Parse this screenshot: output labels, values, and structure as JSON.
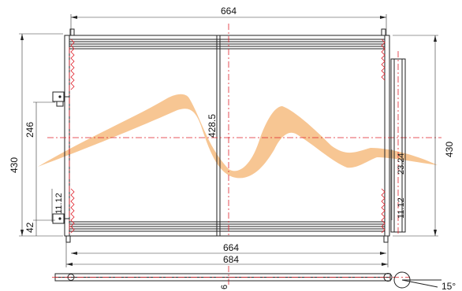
{
  "colors": {
    "line": "#222222",
    "centerline": "#e0202a",
    "watermark": "#f5b878",
    "background": "#ffffff"
  },
  "watermark": {
    "shape": "mountain-logo"
  },
  "dimensions": {
    "core_width_top": "664",
    "overall_height_left": "430",
    "inlet_spacing": "246",
    "bottom_offset": "42",
    "left_pipe_small": "11.12",
    "core_height_center": "428.5",
    "overall_height_right": "430",
    "right_small_a": "23.24",
    "right_small_b": "11.12",
    "core_width_bottom": "664",
    "overall_width_bottom": "684",
    "side_thickness": "6",
    "angle": "15°"
  }
}
